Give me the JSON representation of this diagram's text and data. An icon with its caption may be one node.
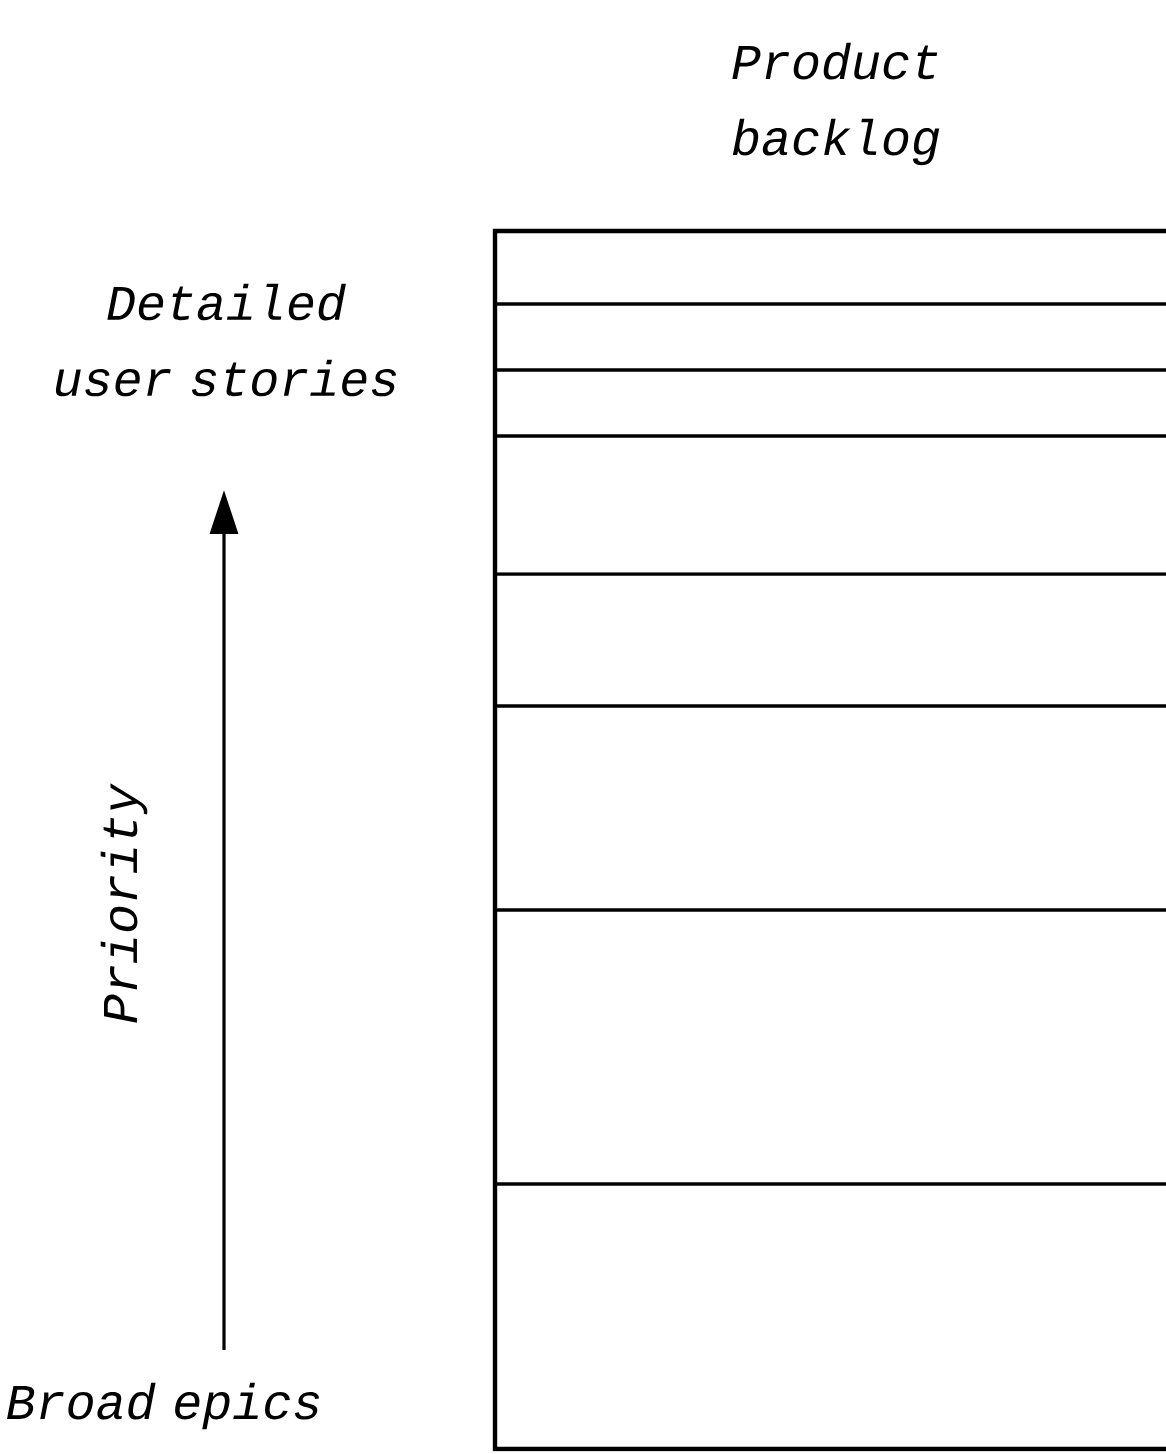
{
  "diagram": {
    "nodes": [
      {
        "text": [
          "Product backlog"
        ]
      }
    ],
    "labels": [
      "Detailed user stories",
      "Priority",
      "Broad epics"
    ]
  }
}
